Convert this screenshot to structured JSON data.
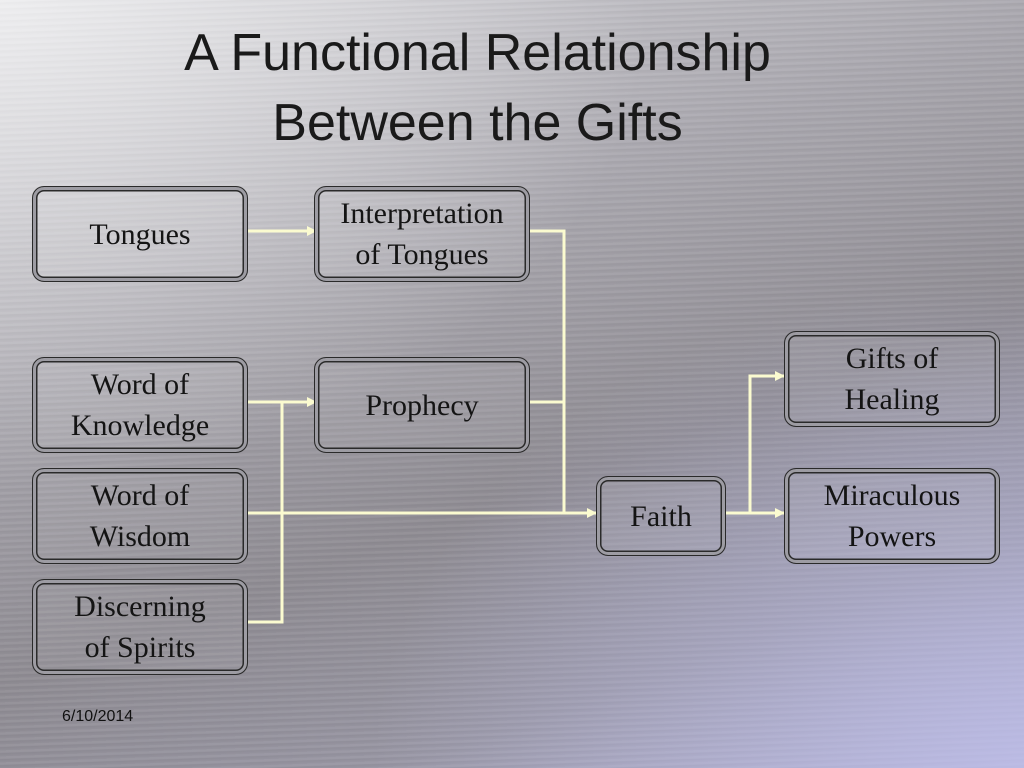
{
  "slide": {
    "title_line1": "A Functional Relationship",
    "title_line2": "Between the Gifts",
    "date": "6/10/2014"
  },
  "nodes": {
    "tongues": "Tongues",
    "interpretation_line1": "Interpretation",
    "interpretation_line2": "of Tongues",
    "word_of_knowledge_line1": "Word of",
    "word_of_knowledge_line2": "Knowledge",
    "prophecy": "Prophecy",
    "word_of_wisdom_line1": "Word of",
    "word_of_wisdom_line2": "Wisdom",
    "discerning_line1": "Discerning",
    "discerning_line2": "of Spirits",
    "faith": "Faith",
    "healing_line1": "Gifts of",
    "healing_line2": "Healing",
    "miraculous_line1": "Miraculous",
    "miraculous_line2": "Powers"
  },
  "colors": {
    "connector": "#fbfbd0",
    "box_border": "#2a2a2a",
    "text": "#141414"
  }
}
